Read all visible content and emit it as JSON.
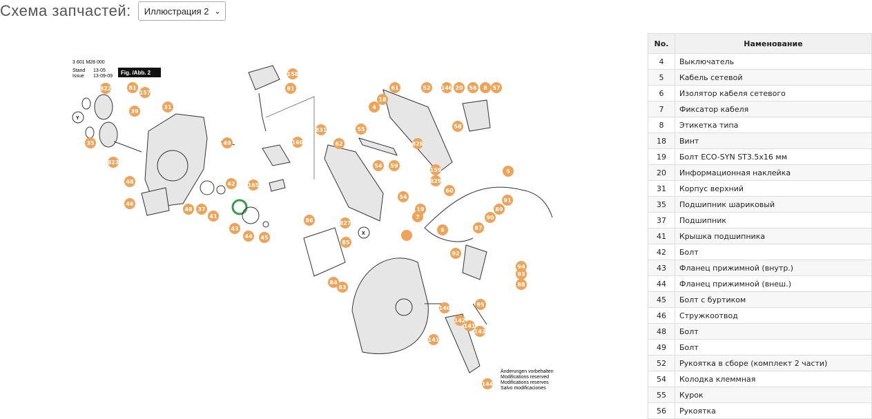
{
  "header": {
    "title": "Схема запчастей:",
    "selected_illustration": "Иллюстрация 2"
  },
  "diagram": {
    "model": "3 601 M28 000",
    "stand_label": "Stand",
    "issue_label": "Issue",
    "stand_date": "13-05",
    "issue_date": "13-09-09",
    "fig_label": "Fig. /Abb. 2",
    "marker_y": "Y",
    "marker_x": "X",
    "notes": [
      "Änderungen vorbehalten",
      "Modifications reserved",
      "Modifications reserves",
      "Salvo modificaciones"
    ],
    "callouts": [
      "822",
      "81",
      "157",
      "35",
      "31",
      "158",
      "81",
      "61",
      "52",
      "146",
      "20",
      "56",
      "8",
      "57",
      "39",
      "18",
      "4",
      "55",
      "828",
      "49",
      "831",
      "58",
      "160",
      "62",
      "54",
      "59",
      "159",
      "5",
      "829",
      "60",
      "48",
      "42",
      "165",
      "54",
      "19",
      "7",
      "91",
      "46",
      "48",
      "37",
      "41",
      "43",
      "44",
      "45",
      "86",
      "827",
      "89",
      "90",
      "6",
      "87",
      "85",
      "92",
      "94",
      "93",
      "88",
      "84",
      "83",
      "95",
      "140",
      "142",
      "141",
      "143",
      "141",
      "144",
      "823"
    ]
  },
  "table": {
    "headers": {
      "no": "No.",
      "name": "Наменование"
    },
    "rows": [
      {
        "no": "4",
        "name": "Выключатель"
      },
      {
        "no": "5",
        "name": "Кабель сетевой"
      },
      {
        "no": "6",
        "name": "Изолятор кабеля сетевого"
      },
      {
        "no": "7",
        "name": "Фиксатор кабеля"
      },
      {
        "no": "8",
        "name": "Этикетка типа"
      },
      {
        "no": "18",
        "name": "Винт"
      },
      {
        "no": "19",
        "name": "Болт ECO-SYN ST3.5x16 мм"
      },
      {
        "no": "20",
        "name": "Информационная наклейка"
      },
      {
        "no": "31",
        "name": "Корпус верхний"
      },
      {
        "no": "35",
        "name": "Подшипник шариковый"
      },
      {
        "no": "37",
        "name": "Подшипник"
      },
      {
        "no": "41",
        "name": "Крышка подшипника"
      },
      {
        "no": "42",
        "name": "Болт"
      },
      {
        "no": "43",
        "name": "Фланец прижимной (внутр.)"
      },
      {
        "no": "44",
        "name": "Фланец прижимной (внеш.)"
      },
      {
        "no": "45",
        "name": "Болт с буртиком"
      },
      {
        "no": "46",
        "name": "Стружкоотвод"
      },
      {
        "no": "48",
        "name": "Болт"
      },
      {
        "no": "49",
        "name": "Болт"
      },
      {
        "no": "52",
        "name": "Рукоятка в сборе (комплект 2 части)"
      },
      {
        "no": "54",
        "name": "Колодка клеммная"
      },
      {
        "no": "55",
        "name": "Курок"
      },
      {
        "no": "56",
        "name": "Рукоятка"
      }
    ]
  }
}
